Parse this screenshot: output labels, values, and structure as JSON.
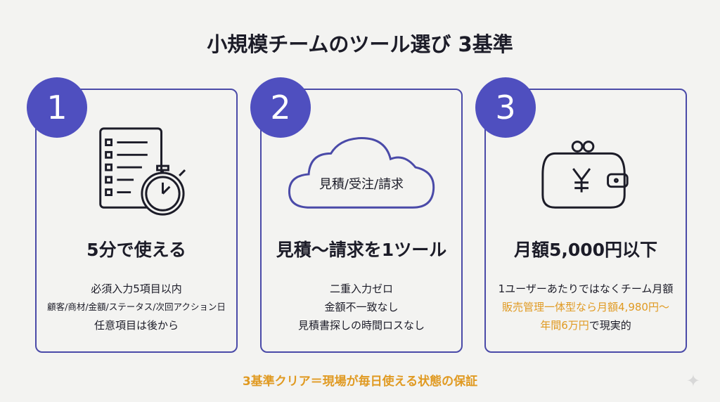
{
  "title": "小規模チームのツール選び 3基準",
  "cards": [
    {
      "number": "1",
      "heading": "5分で使える",
      "lines": [
        "必須入力5項目以内",
        "顧客/商材/金額/ステータス/次回アクション日",
        "任意項目は後から"
      ]
    },
    {
      "number": "2",
      "cloud_label": "見積/受注/請求",
      "heading": "見積〜請求を1ツール",
      "lines": [
        "二重入力ゼロ",
        "金額不一致なし",
        "見積書探しの時間ロスなし"
      ]
    },
    {
      "number": "3",
      "heading": "月額5,000円以下",
      "lines": [
        "1ユーザーあたりではなくチーム月額",
        "販売管理一体型なら月額4,980円〜"
      ],
      "line3_highlight": "年間6万円",
      "line3_rest": "で現実的"
    }
  ],
  "footer": "3基準クリア＝現場が毎日使える状態の保証",
  "colors": {
    "accent": "#4f4fbf",
    "highlight": "#e09a22"
  }
}
